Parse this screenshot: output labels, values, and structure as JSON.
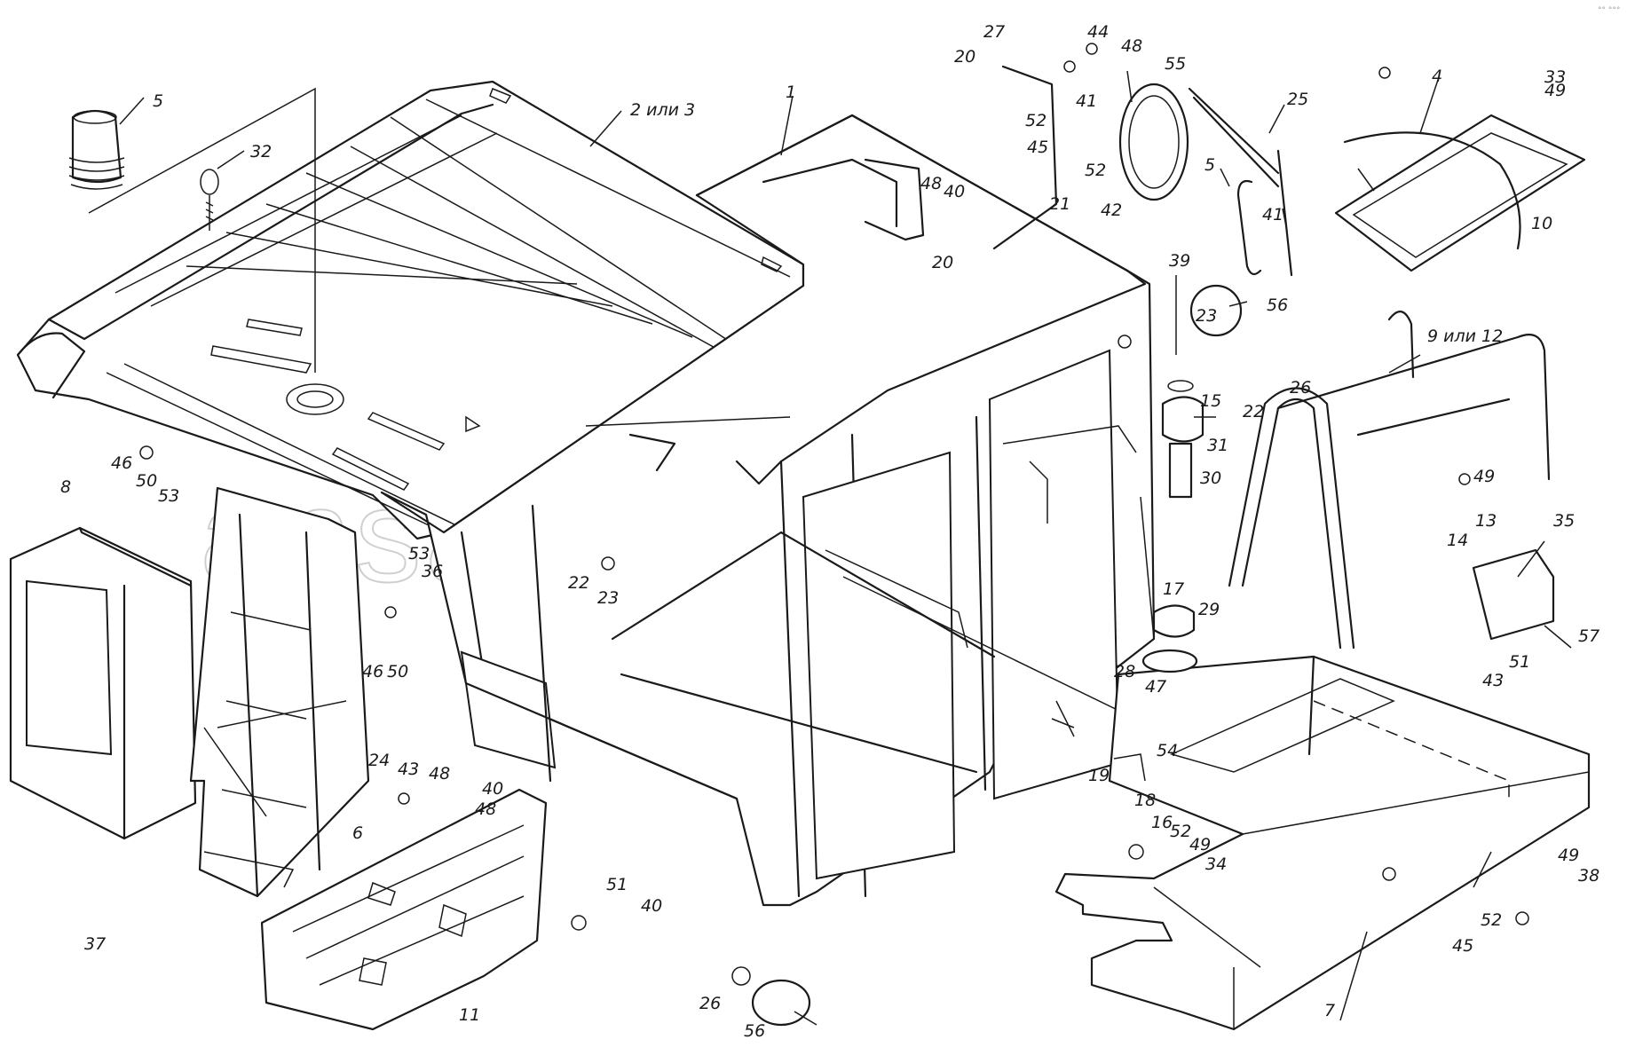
{
  "watermark": "ansat-parts.ru",
  "corner_mark": "°° °°°",
  "callouts": [
    {
      "id": "5-beacon",
      "label": "5"
    },
    {
      "id": "32",
      "label": "32"
    },
    {
      "id": "2-or-3",
      "label": "2 или 3"
    },
    {
      "id": "1",
      "label": "1"
    },
    {
      "id": "20-top",
      "label": "20"
    },
    {
      "id": "27",
      "label": "27"
    },
    {
      "id": "44",
      "label": "44"
    },
    {
      "id": "48-top",
      "label": "48"
    },
    {
      "id": "55",
      "label": "55"
    },
    {
      "id": "25",
      "label": "25"
    },
    {
      "id": "4",
      "label": "4"
    },
    {
      "id": "33",
      "label": "33"
    },
    {
      "id": "49-top",
      "label": "49"
    },
    {
      "id": "41-top",
      "label": "41"
    },
    {
      "id": "52-a",
      "label": "52"
    },
    {
      "id": "45-top",
      "label": "45"
    },
    {
      "id": "52-b",
      "label": "52"
    },
    {
      "id": "48-mid",
      "label": "48"
    },
    {
      "id": "40-top",
      "label": "40"
    },
    {
      "id": "21",
      "label": "21"
    },
    {
      "id": "42",
      "label": "42"
    },
    {
      "id": "5-handle",
      "label": "5"
    },
    {
      "id": "41-handle",
      "label": "41"
    },
    {
      "id": "10",
      "label": "10"
    },
    {
      "id": "20-mid",
      "label": "20"
    },
    {
      "id": "39",
      "label": "39"
    },
    {
      "id": "56-top",
      "label": "56"
    },
    {
      "id": "23-right",
      "label": "23"
    },
    {
      "id": "15",
      "label": "15"
    },
    {
      "id": "22-right",
      "label": "22"
    },
    {
      "id": "26-top",
      "label": "26"
    },
    {
      "id": "31",
      "label": "31"
    },
    {
      "id": "30",
      "label": "30"
    },
    {
      "id": "9-or-12",
      "label": "9 или 12"
    },
    {
      "id": "49-right",
      "label": "49"
    },
    {
      "id": "35",
      "label": "35"
    },
    {
      "id": "13",
      "label": "13"
    },
    {
      "id": "14",
      "label": "14"
    },
    {
      "id": "57",
      "label": "57"
    },
    {
      "id": "51-right",
      "label": "51"
    },
    {
      "id": "43-right",
      "label": "43"
    },
    {
      "id": "8",
      "label": "8"
    },
    {
      "id": "46-top",
      "label": "46"
    },
    {
      "id": "50-top",
      "label": "50"
    },
    {
      "id": "53-top",
      "label": "53"
    },
    {
      "id": "53-mid",
      "label": "53"
    },
    {
      "id": "36",
      "label": "36"
    },
    {
      "id": "22-mid",
      "label": "22"
    },
    {
      "id": "23-mid",
      "label": "23"
    },
    {
      "id": "17",
      "label": "17"
    },
    {
      "id": "29",
      "label": "29"
    },
    {
      "id": "28",
      "label": "28"
    },
    {
      "id": "46-mid",
      "label": "46"
    },
    {
      "id": "50-mid",
      "label": "50"
    },
    {
      "id": "47",
      "label": "47"
    },
    {
      "id": "54",
      "label": "54"
    },
    {
      "id": "24",
      "label": "24"
    },
    {
      "id": "43-left",
      "label": "43"
    },
    {
      "id": "48-left-a",
      "label": "48"
    },
    {
      "id": "40-left",
      "label": "40"
    },
    {
      "id": "48-left-b",
      "label": "48"
    },
    {
      "id": "6",
      "label": "6"
    },
    {
      "id": "19",
      "label": "19"
    },
    {
      "id": "18",
      "label": "18"
    },
    {
      "id": "16",
      "label": "16"
    },
    {
      "id": "52-c",
      "label": "52"
    },
    {
      "id": "49-c",
      "label": "49"
    },
    {
      "id": "34",
      "label": "34"
    },
    {
      "id": "49-bottom",
      "label": "49"
    },
    {
      "id": "38",
      "label": "38"
    },
    {
      "id": "37",
      "label": "37"
    },
    {
      "id": "51-bottom",
      "label": "51"
    },
    {
      "id": "40-bottom",
      "label": "40"
    },
    {
      "id": "11",
      "label": "11"
    },
    {
      "id": "26-bottom",
      "label": "26"
    },
    {
      "id": "56-bottom",
      "label": "56"
    },
    {
      "id": "45-bottom",
      "label": "45"
    },
    {
      "id": "52-bottom",
      "label": "52"
    },
    {
      "id": "7",
      "label": "7"
    }
  ]
}
